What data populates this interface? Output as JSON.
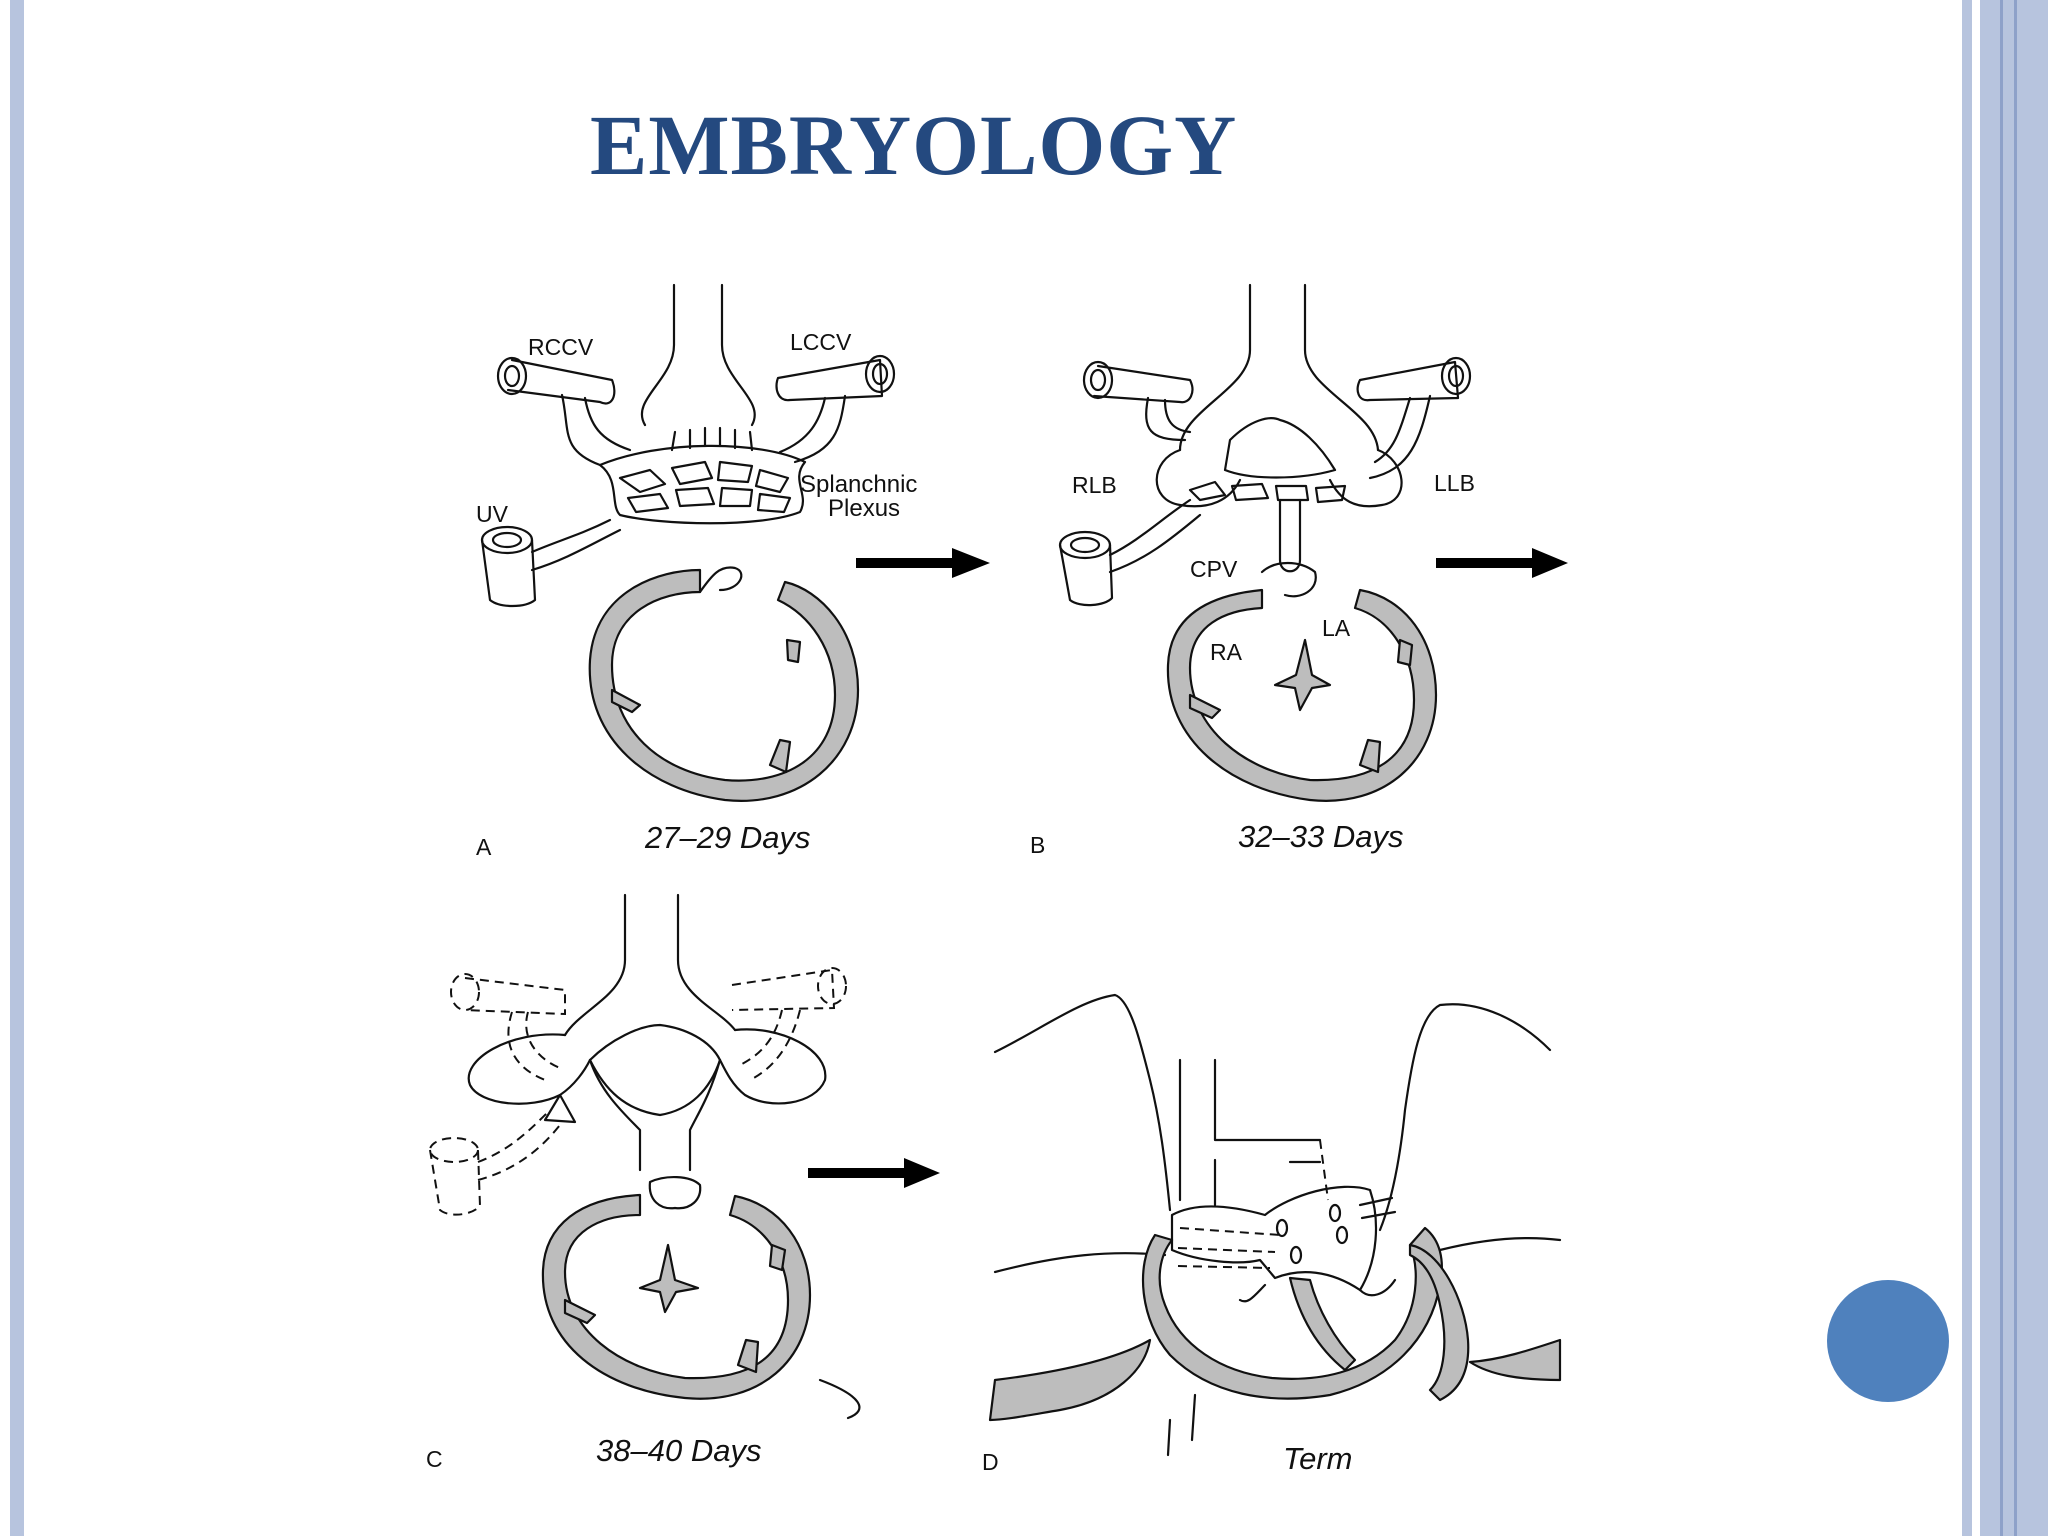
{
  "slide": {
    "title": "EMBRYOLOGY"
  },
  "panels": [
    {
      "letter": "A",
      "caption": "27–29 Days",
      "labels": {
        "rccv": "RCCV",
        "lccv": "LCCV",
        "uv": "UV",
        "splanchnic": "Splanchnic",
        "plexus": "Plexus"
      }
    },
    {
      "letter": "B",
      "caption": "32–33 Days",
      "labels": {
        "rlb": "RLB",
        "llb": "LLB",
        "cpv": "CPV",
        "la": "LA",
        "ra": "RA"
      }
    },
    {
      "letter": "C",
      "caption": "38–40 Days"
    },
    {
      "letter": "D",
      "caption": "Term"
    }
  ],
  "colors": {
    "title": "#24497f",
    "frame": "#b7c4de",
    "badge": "#4f81bd",
    "wall_fill": "#bdbdbd"
  }
}
